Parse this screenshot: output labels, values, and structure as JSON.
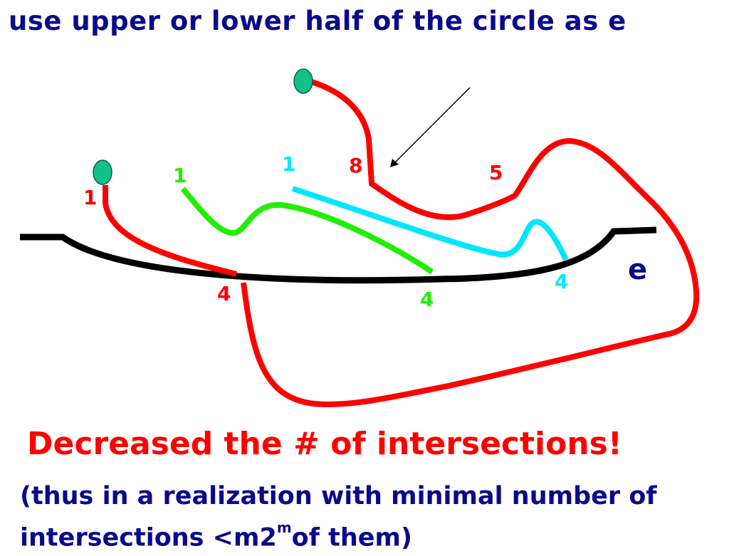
{
  "title": "use upper or lower half of the circle as e",
  "labels": {
    "edge": "e",
    "red_left_start": "1",
    "red_left_end": "4",
    "green_start": "1",
    "green_end": "4",
    "cyan_start": "1",
    "cyan_end": "4",
    "red_top_mid": "8",
    "red_top_right": "5"
  },
  "conclusion": "Decreased the # of intersections!",
  "note": {
    "line1": "(thus in a realization with minimal number of",
    "line2_prefix": "intersections <m2",
    "line2_sup": "m",
    "line2_suffix": "of them)"
  },
  "colors": {
    "red": "#ff0000",
    "green": "#22ee00",
    "cyan": "#00e6ff",
    "black": "#000000",
    "navy": "#0a0a8c",
    "vertex": "#12c08a"
  }
}
